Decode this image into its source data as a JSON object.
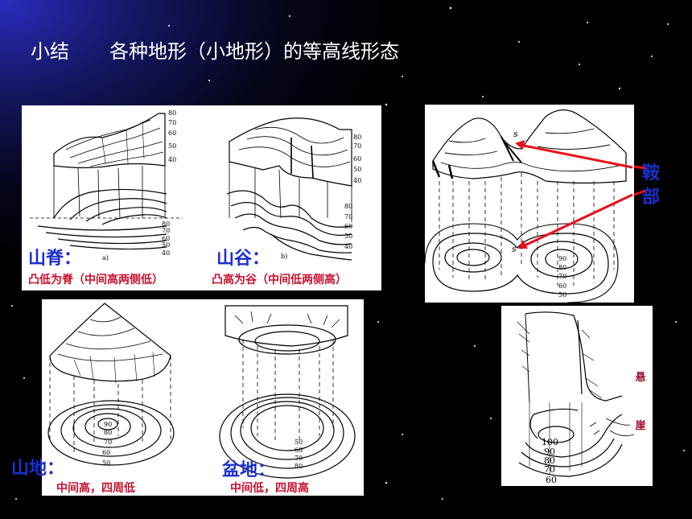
{
  "title": {
    "prefix": "小结",
    "main": "各种地形（小地形）的等高线形态"
  },
  "ridge": {
    "name": "山脊：",
    "desc": "凸低为脊（中间高两侧低）",
    "fig_letter": "a)",
    "top_ticks": [
      "80",
      "70",
      "60",
      "50",
      "40"
    ],
    "bottom_ticks": [
      "80",
      "70",
      "60",
      "50",
      "40"
    ]
  },
  "valley": {
    "name": "山谷：",
    "desc": "凸高为谷（中间低两侧高）",
    "fig_letter": "b)",
    "top_ticks": [
      "80",
      "70",
      "60",
      "50",
      "40"
    ],
    "bottom_ticks": [
      "80",
      "70",
      "60",
      "50",
      "40"
    ]
  },
  "saddle": {
    "label_chars": [
      "鞍",
      "部"
    ],
    "s_mark": "s",
    "ticks": [
      "90",
      "80",
      "70",
      "60",
      "50"
    ]
  },
  "mountain": {
    "name": "山地：",
    "desc": "中间高，四周低",
    "ticks": [
      "90",
      "80",
      "70",
      "60",
      "50"
    ]
  },
  "basin": {
    "name": "盆地：",
    "desc": "中间低，四周高",
    "ticks": [
      "50",
      "60",
      "70",
      "80"
    ]
  },
  "cliff": {
    "label_chars": [
      "悬",
      "崖"
    ],
    "ticks": [
      "100",
      "90",
      "80",
      "70",
      "60"
    ]
  },
  "colors": {
    "label_blue": "#1a2fd0",
    "label_red": "#c8102e",
    "arrow_red": "#e8101a",
    "background": "#000000"
  }
}
